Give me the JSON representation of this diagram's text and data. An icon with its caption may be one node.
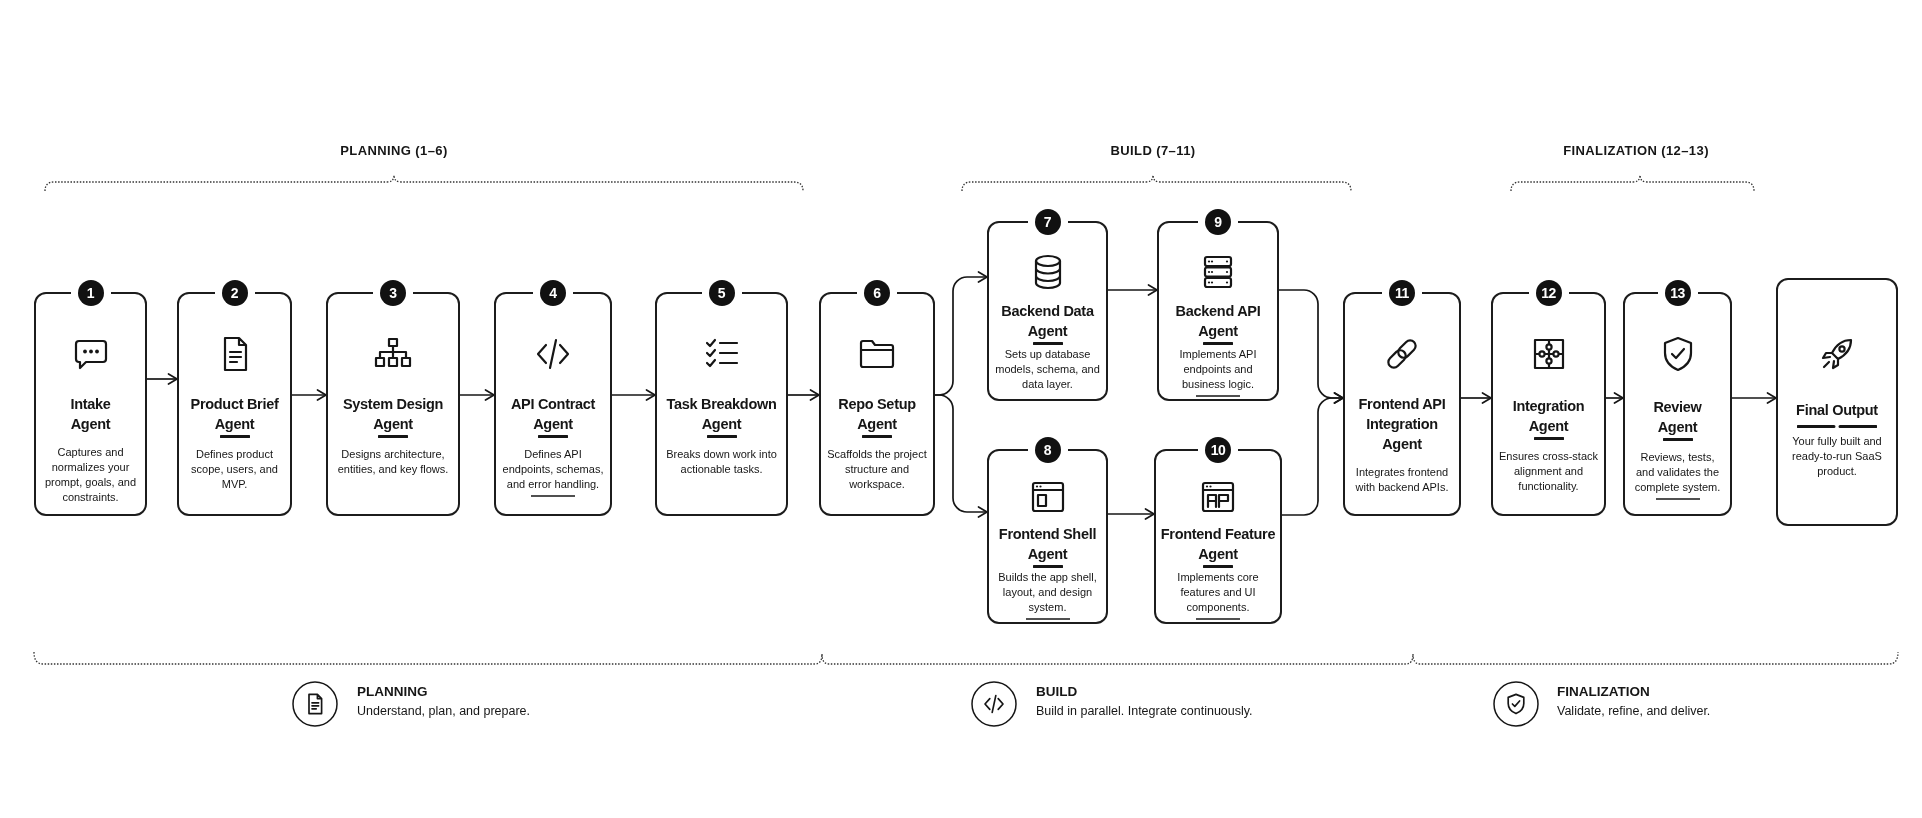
{
  "diagram": {
    "nodes": [
      {
        "text": [
          "1",
          "Intake Agent",
          "Captures and normalizes your prompt, goals, and constraints."
        ]
      },
      {
        "text": [
          "2",
          "Product Brief Agent",
          "Defines product scope, users, and MVP."
        ]
      },
      {
        "text": [
          "3",
          "System Design Agent",
          "Designs architecture, entities, and key flows."
        ]
      },
      {
        "text": [
          "4",
          "API Contract Agent",
          "Defines API endpoints, schemas, and error handling."
        ]
      },
      {
        "text": [
          "5",
          "Task Breakdown Agent",
          "Breaks down work into actionable tasks."
        ]
      },
      {
        "text": [
          "6",
          "Repo Setup Agent",
          "Scaffolds the project structure and workspace."
        ]
      },
      {
        "text": [
          "7",
          "Backend Data Agent",
          "Sets up database models, schema, and data layer."
        ]
      },
      {
        "text": [
          "8",
          "Frontend Shell Agent",
          "Builds the app shell, layout, and design system."
        ]
      },
      {
        "text": [
          "9",
          "Backend API Agent",
          "Implements API endpoints and business logic."
        ]
      },
      {
        "text": [
          "10",
          "Frontend Feature Agent",
          "Implements core features and UI components."
        ]
      },
      {
        "text": [
          "11",
          "Frontend API Integration Agent",
          "Integrates frontend with backend APIs."
        ]
      },
      {
        "text": [
          "12",
          "Integration Agent",
          "Ensures cross-stack alignment and functionality."
        ]
      },
      {
        "text": [
          "13",
          "Review Agent",
          "Reviews, tests, and validates the complete system."
        ]
      },
      {
        "text": [
          "Final Output",
          "Your fully built and ready-to-run SaaS product."
        ]
      }
    ],
    "edges": [
      {
        "from": 0,
        "to": 1,
        "arrow": "to"
      },
      {
        "from": 1,
        "to": 2,
        "arrow": "to"
      },
      {
        "from": 2,
        "to": 3,
        "arrow": "to"
      },
      {
        "from": 3,
        "to": 4,
        "arrow": "to"
      },
      {
        "from": 4,
        "to": 5,
        "arrow": "to"
      },
      {
        "from": 5,
        "to": 6,
        "arrow": "to"
      },
      {
        "from": 5,
        "to": 7,
        "arrow": "to"
      },
      {
        "from": 6,
        "to": 8,
        "arrow": "to"
      },
      {
        "from": 7,
        "to": 9,
        "arrow": "to"
      },
      {
        "from": 8,
        "to": 10,
        "arrow": "to"
      },
      {
        "from": 9,
        "to": 10,
        "arrow": "to"
      },
      {
        "from": 10,
        "to": 11,
        "arrow": "to"
      },
      {
        "from": 11,
        "to": 12,
        "arrow": "to"
      },
      {
        "from": 12,
        "to": 13,
        "arrow": "to"
      }
    ],
    "labels": [
      "PLANNING (1–6)",
      "BUILD (7–11)",
      "FINALIZATION (12–13)",
      "PLANNING",
      "Understand, plan, and prepare.",
      "BUILD",
      "Build in parallel. Integrate continuously.",
      "FINALIZATION",
      "Validate, refine, and deliver."
    ]
  }
}
